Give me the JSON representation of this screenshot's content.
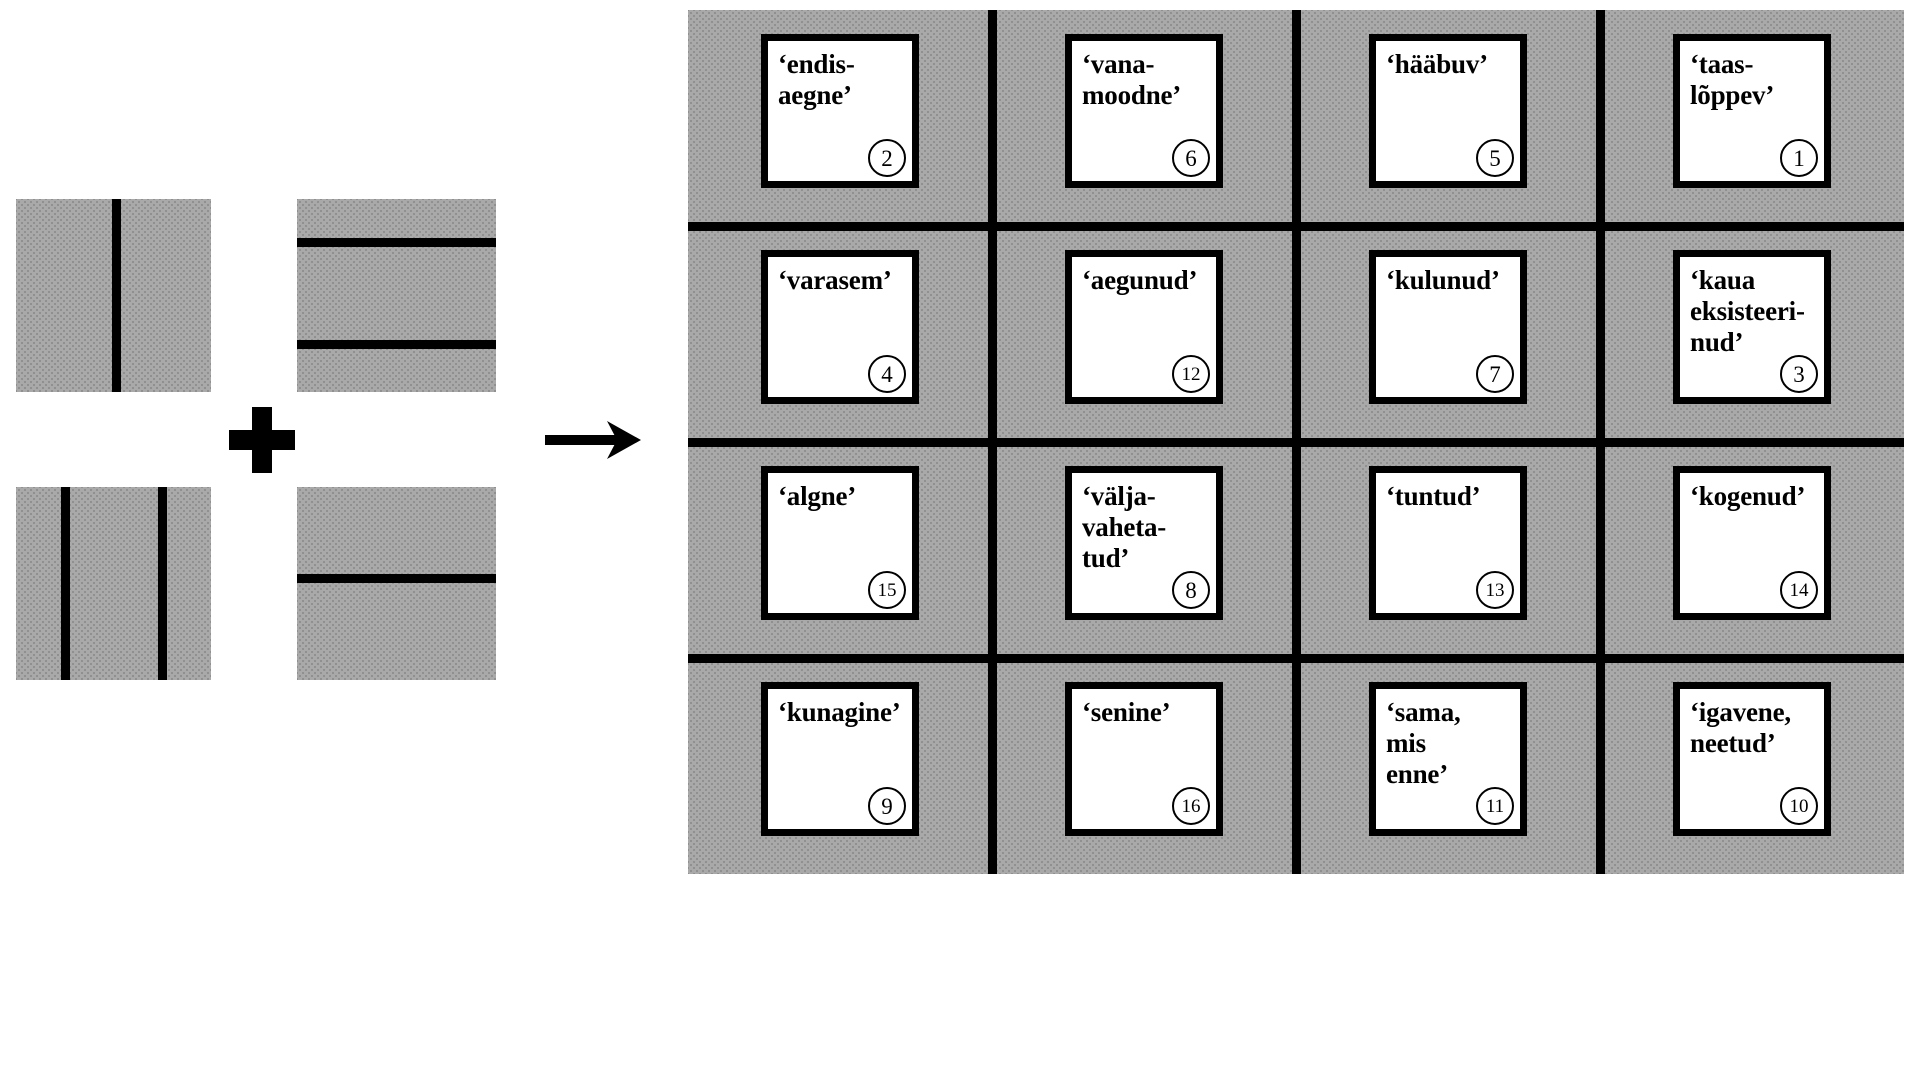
{
  "figure": {
    "type": "feature-composition-diagram",
    "operator_symbol": "+",
    "result_symbol": "→",
    "colors": {
      "fill_gray": "#a9a9a9",
      "stipple_dot": "#8a8a8a",
      "line_black": "#000000",
      "card_background": "#ffffff"
    }
  },
  "left_panel": {
    "name": "operand-tiles",
    "tiles": [
      {
        "id": "tile-tl",
        "position": "top-left",
        "orientation": "vertical",
        "line_count": 1,
        "lines": [
          50
        ]
      },
      {
        "id": "tile-tr",
        "position": "top-right",
        "orientation": "horizontal",
        "line_count": 2,
        "lines": [
          20,
          74
        ]
      },
      {
        "id": "tile-bl",
        "position": "bottom-left",
        "orientation": "vertical",
        "line_count": 2,
        "lines": [
          24,
          74
        ]
      },
      {
        "id": "tile-br",
        "position": "bottom-right",
        "orientation": "horizontal",
        "line_count": 1,
        "lines": [
          46
        ]
      }
    ],
    "plus_label": "+",
    "arrow_label": "→"
  },
  "grid": {
    "name": "result-grid",
    "rows": 4,
    "columns": 4,
    "cells": [
      {
        "label": "‘endis-\naegne’",
        "number": "2",
        "row": 1,
        "col": 1
      },
      {
        "label": "‘vana-\nmoodne’",
        "number": "6",
        "row": 1,
        "col": 2
      },
      {
        "label": "‘hääbuv’",
        "number": "5",
        "row": 1,
        "col": 3
      },
      {
        "label": "‘taas-\nlõppev’",
        "number": "1",
        "row": 1,
        "col": 4
      },
      {
        "label": "‘varasem’",
        "number": "4",
        "row": 2,
        "col": 1
      },
      {
        "label": "‘aegunud’",
        "number": "12",
        "row": 2,
        "col": 2
      },
      {
        "label": "‘kulunud’",
        "number": "7",
        "row": 2,
        "col": 3
      },
      {
        "label": "‘kaua\neksisteeri-\nnud’",
        "number": "3",
        "row": 2,
        "col": 4
      },
      {
        "label": "‘algne’",
        "number": "15",
        "row": 3,
        "col": 1
      },
      {
        "label": "‘välja-\nvaheta-\ntud’",
        "number": "8",
        "row": 3,
        "col": 2
      },
      {
        "label": "‘tuntud’",
        "number": "13",
        "row": 3,
        "col": 3
      },
      {
        "label": "‘kogenud’",
        "number": "14",
        "row": 3,
        "col": 4
      },
      {
        "label": "‘kunagine’",
        "number": "9",
        "row": 4,
        "col": 1
      },
      {
        "label": "‘senine’",
        "number": "16",
        "row": 4,
        "col": 2
      },
      {
        "label": "‘sama,\nmis\nenne’",
        "number": "11",
        "row": 4,
        "col": 3
      },
      {
        "label": "‘igavene,\nneetud’",
        "number": "10",
        "row": 4,
        "col": 4
      }
    ]
  }
}
